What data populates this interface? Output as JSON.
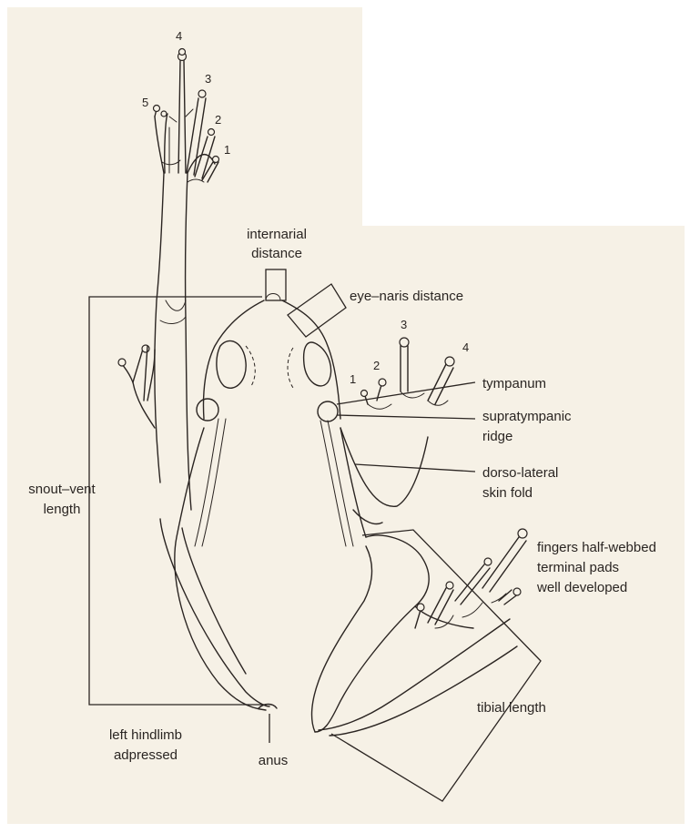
{
  "labels": {
    "internarial_line1": "internarial",
    "internarial_line2": "distance",
    "eye_naris": "eye–naris distance",
    "tympanum": "tympanum",
    "supratympanic_line1": "supratympanic",
    "supratympanic_line2": "ridge",
    "dorsolateral_line1": "dorso-lateral",
    "dorsolateral_line2": "skin fold",
    "snout_vent_line1": "snout–vent",
    "snout_vent_line2": "length",
    "fingers_line1": "fingers half-webbed",
    "fingers_line2": "terminal pads",
    "fingers_line3": "well developed",
    "tibial": "tibial length",
    "hindlimb_line1": "left hindlimb",
    "hindlimb_line2": "adpressed",
    "anus": "anus"
  },
  "toe_numbers": [
    "1",
    "2",
    "3",
    "4",
    "5"
  ],
  "finger_numbers": [
    "1",
    "2",
    "3",
    "4"
  ],
  "colors": {
    "paper": "#f6f1e6",
    "ink": "#2b2522"
  }
}
